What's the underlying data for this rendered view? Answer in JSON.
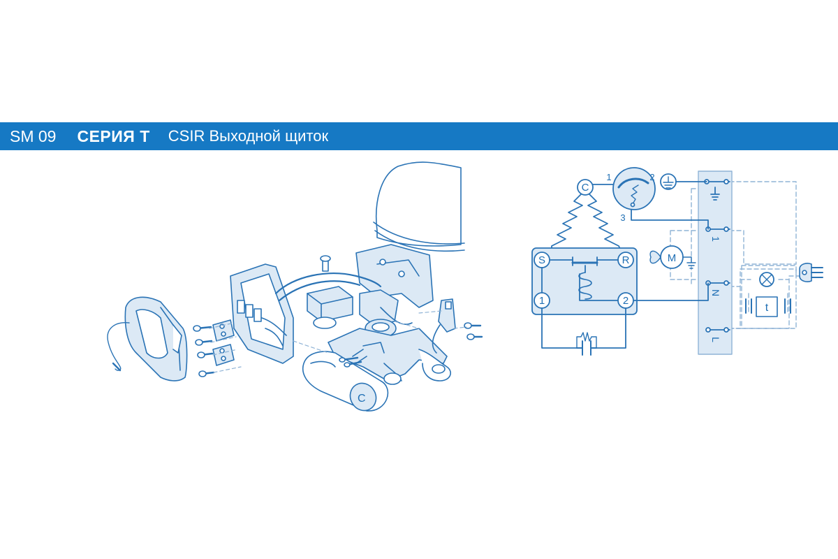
{
  "header": {
    "code": "SM 09",
    "series": "СЕРИЯ  T",
    "description": "CSIR Выходной щиток"
  },
  "colors": {
    "banner": "#1679c4",
    "line": "#2a73b5",
    "fill_light": "#dce9f5",
    "dashed": "#8fb3d6"
  },
  "schematic": {
    "node_c": "C",
    "node_s": "S",
    "node_r": "R",
    "node_1": "1",
    "node_2": "2",
    "protector_pin1": "1",
    "protector_pin2": "2",
    "protector_pin3": "3",
    "motor": "M",
    "timer": "t",
    "terminal_1": "1",
    "terminal_n": "N",
    "terminal_l": "L"
  },
  "exploded_view": {
    "capacitor_mark": "C"
  }
}
